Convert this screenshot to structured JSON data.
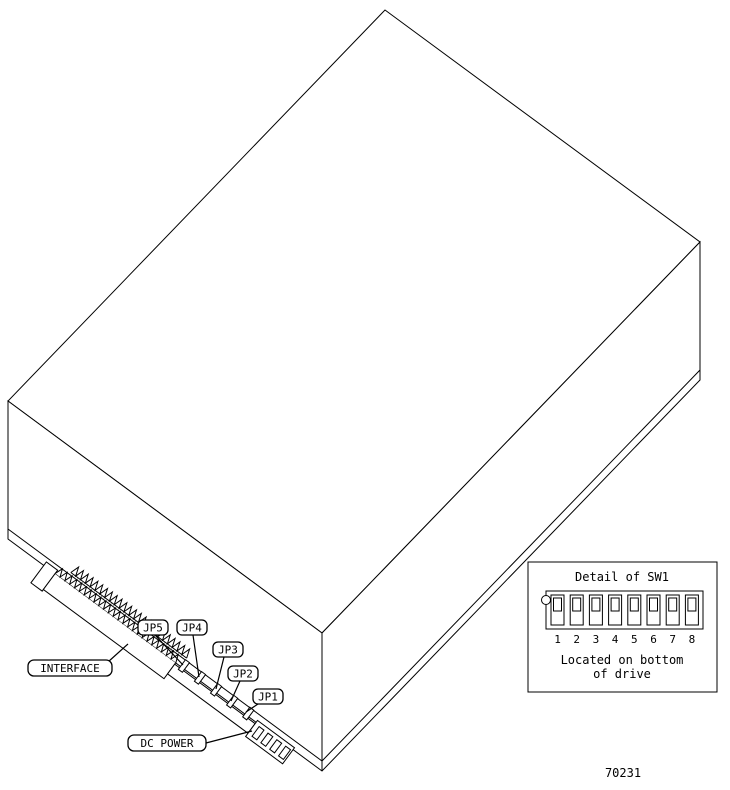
{
  "figure": {
    "part_number": "70231"
  },
  "labels": {
    "jp5": "JP5",
    "jp4": "JP4",
    "jp3": "JP3",
    "jp2": "JP2",
    "jp1": "JP1",
    "interface": "INTERFACE",
    "dc_power": "DC POWER"
  },
  "detail": {
    "title": "Detail of SW1",
    "switch_labels": [
      "1",
      "2",
      "3",
      "4",
      "5",
      "6",
      "7",
      "8"
    ],
    "note_line1": "Located on bottom",
    "note_line2": "of drive"
  },
  "colors": {
    "line": "#000000",
    "background": "#ffffff"
  }
}
